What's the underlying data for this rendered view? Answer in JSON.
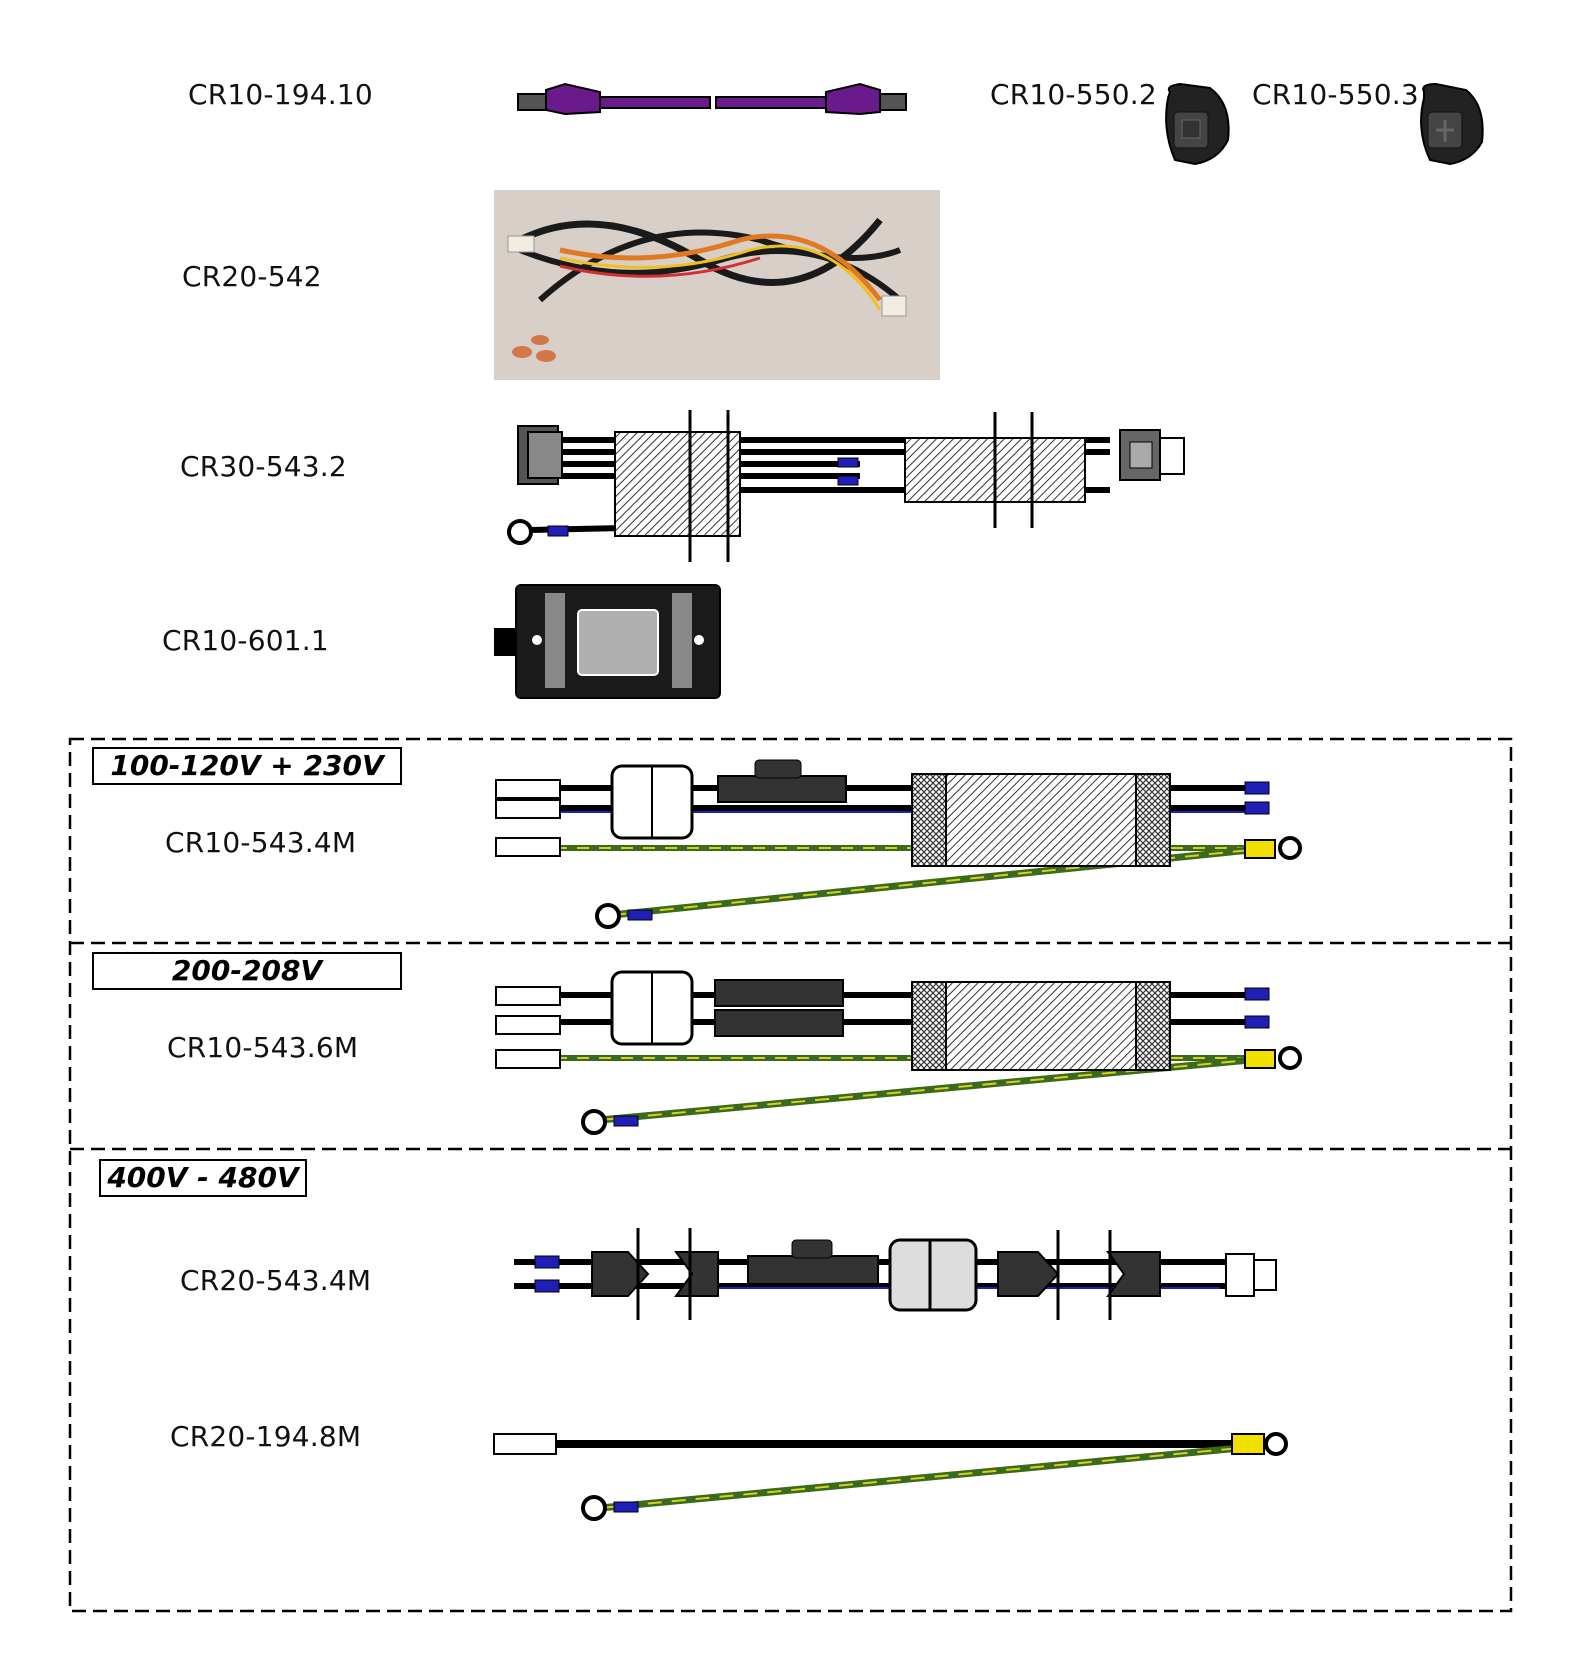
{
  "parts": {
    "cr10_194_10": "CR10-194.10",
    "cr10_550_2": "CR10-550.2",
    "cr10_550_3": "CR10-550.3",
    "cr20_542": "CR20-542",
    "cr30_543_2": "CR30-543.2",
    "cr10_601_1": "CR10-601.1",
    "cr10_543_4m": "CR10-543.4M",
    "cr10_543_6m": "CR10-543.6M",
    "cr20_543_4m": "CR20-543.4M",
    "cr20_194_8m": "CR20-194.8M"
  },
  "groups": {
    "voltage_1": "100-120V  +  230V",
    "voltage_2": "200-208V",
    "voltage_3": "400V - 480V"
  },
  "colors": {
    "purple_cable": "#6a1a8a",
    "blue_terminal": "#1f1fb8",
    "yellow_terminal": "#f0e000",
    "ground_wire_green": "#3a6a1a",
    "ground_wire_yellow": "#d8d020",
    "photo_bg": "#d8cfc8"
  }
}
